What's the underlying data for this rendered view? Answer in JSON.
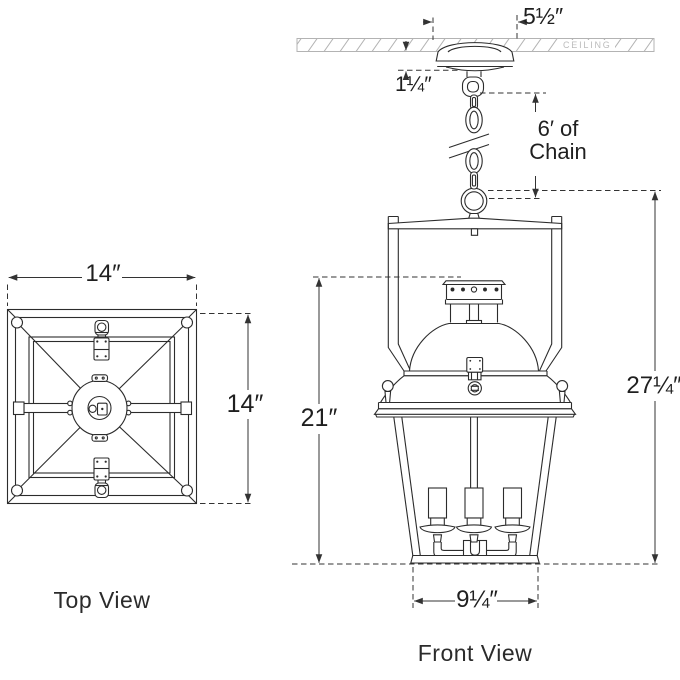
{
  "labels": {
    "top_view": "Top View",
    "front_view": "Front View",
    "ceiling": "CEILING"
  },
  "dimensions": {
    "canopy_width": "5½″",
    "canopy_drop": "1¼″",
    "chain_length_line1": "6′ of",
    "chain_length_line2": "Chain",
    "overall_height": "27¼″",
    "lantern_height": "21″",
    "base_width": "9¼″",
    "top_view_width": "14″",
    "top_view_depth": "14″"
  },
  "colors": {
    "line": "#2c2c2c",
    "dimension_line": "#333333",
    "ceiling_hatch": "#b3b3b3",
    "background": "#ffffff"
  }
}
